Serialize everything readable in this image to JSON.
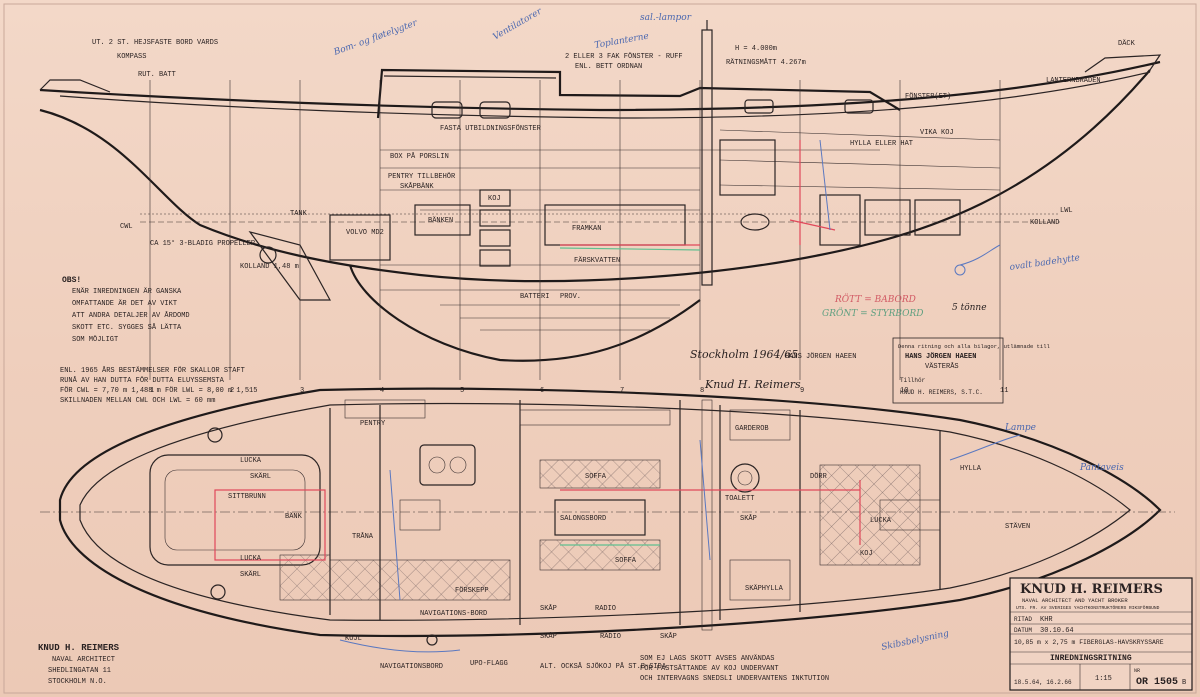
{
  "notes": {
    "obs": [
      "OBS!",
      "ENÄR INREDNINGEN ÄR GANSKA",
      "OMFATTANDE ÄR DET AV VIKT",
      "ATT ANDRA DETALJER AV ÅRDOMD",
      "SKOTT ETC. SYGGES SÅ LÄTTA",
      "SOM MÖJLIGT"
    ],
    "stamp": [
      "Denna ritning och alla bilagor, utlämnade till",
      "HANS JÖRGEN HAEEN",
      "VÄSTERÅS",
      "Tillhör",
      "KNUD H. REIMERS, S.T.C."
    ],
    "bottom_note": [
      "ALT. OCKSÅ SJÖKOJ PÅ ST.B-SIDA",
      "SOM EJ LAGS SKOTT AVSES ANVÄNDAS",
      "FÖR FASTSÄTTANDE AV KOJ UNDERVANT",
      "OCH INTERVAGNS SNEDSLI UNDERVANTENS INKTUTION"
    ],
    "rules": [
      "ENL. 1965 ÅRS BESTÄMMELSER FÖR SKALLOR STAFT",
      "RUNÅ AV HAN DUTTA FÖR DUTTA ELUYSSEMSTA",
      "FÖR CWL = 7,70 m 1,488 m  FÖR LWL = 8,00 m 1,515",
      "SKILLNADEN MELLAN CWL OCH LWL = 60 mm"
    ]
  },
  "profile_labels": {
    "top": [
      "UT. 2 ST. HEJSFASTE BORD VARDS",
      "KOMPASS",
      "RUT. BATT",
      "DÄCK",
      "LANTERNBRÄDEN",
      "FÖNSTER(ET)",
      "FASTA UTBILDNINGSFÖNSTER",
      "2 ELLER 3 FAK FÖNSTER - RUFF",
      "ENL. BETT ORDNAN",
      "RÄTNINGSMÅTT 4.267m",
      "H = 4.000m"
    ],
    "mid": [
      "BOX PÅ PORSLIN",
      "PENTRY TILLBEHÖR",
      "SKÅPBÄNK",
      "KOJ",
      "FRAMKAN",
      "BATTERI",
      "PROV.",
      "VOLVO MD2",
      "HYLLA ELLER HAT",
      "VIKA KOJ",
      "BÄNKEN",
      "TANK",
      "FÄRSKVATTEN"
    ],
    "water": [
      "CWL",
      "LWL",
      "KOLLAND 1,48 m",
      "KOLLAND",
      "CA 15° 3-BLADIG PROPELLER"
    ],
    "numbers": [
      "1",
      "2",
      "3",
      "4",
      "5",
      "6",
      "7",
      "8",
      "9",
      "10",
      "11"
    ],
    "bottom": [
      "NAVIGATIONSBORD",
      "UPO-FLAGG",
      "SKÅP",
      "RADIO",
      "SKÅP",
      "KOJL"
    ]
  },
  "plan_labels": [
    "LUCKA",
    "SKÄRL",
    "SITTBRUNN",
    "BÄNK",
    "LUCKA",
    "SKÄRL",
    "TRÅNA",
    "FÖRSKEPP",
    "SALONGSBORD",
    "SOFFA",
    "SKÅP",
    "TOALETT",
    "GARDEROB",
    "LUCKA",
    "DÖRR",
    "KOJ",
    "HYLLA",
    "STÄVEN",
    "PENTRY",
    "NAVIGATIONS-BORD",
    "SKÅP",
    "RADIO",
    "SOFFA",
    "SKÄPHYLLA"
  ],
  "pencil_notes": [
    "sal.-lampor",
    "Toplanterne",
    "Ventilatorer",
    "Bom- og fløtelygter",
    "ovalt badehytte",
    "Lampe",
    "Pantaveis",
    "Skibsbelysning"
  ],
  "signature": [
    "Stockholm 1964/65",
    "Knud H. Reimers"
  ],
  "signer": "HANS JÖRGEN HAEEN",
  "colorkey": [
    "GRÖNT = STYRBORD",
    "RÖTT = BABORD",
    "5 tönne"
  ],
  "title_block": {
    "firm": "KNUD H. REIMERS",
    "sub1": "NAVAL ARCHITECT AND YACHT BROKER",
    "sub2": "UTS. FR. AV SVERIGES YACHTKONSTRUKTÖRERS RIKSFÖRBUND",
    "ritad_label": "RITAD",
    "ritad": "KHR",
    "datum_label": "DATUM",
    "datum": "30.10.64",
    "skala": "1:15",
    "title1": "10,85 m x 2,75 m FIBERGLAS-HAVSKRYSSARE",
    "title2": "INREDNINGSRITNING",
    "rev": "18.5.64, 16.2.66",
    "no_label": "NR",
    "no": "OR 1505",
    "sheet": "B"
  },
  "stamp_addr": [
    "KNUD H. REIMERS",
    "NAVAL ARCHITECT",
    "SHEDLINGATAN 11",
    "STOCKHOLM N.O."
  ]
}
